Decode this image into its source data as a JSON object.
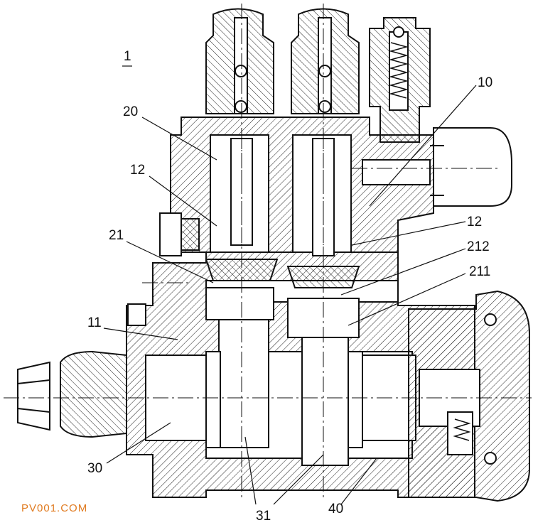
{
  "figure": {
    "labels": [
      {
        "id": "1",
        "text": "1"
      },
      {
        "id": "10",
        "text": "10"
      },
      {
        "id": "20",
        "text": "20"
      },
      {
        "id": "12a",
        "text": "12"
      },
      {
        "id": "12b",
        "text": "12"
      },
      {
        "id": "21",
        "text": "21"
      },
      {
        "id": "212",
        "text": "212"
      },
      {
        "id": "211",
        "text": "211"
      },
      {
        "id": "11",
        "text": "11"
      },
      {
        "id": "30",
        "text": "30"
      },
      {
        "id": "31",
        "text": "31"
      },
      {
        "id": "40",
        "text": "40"
      }
    ],
    "watermark": "PV001.COM"
  }
}
